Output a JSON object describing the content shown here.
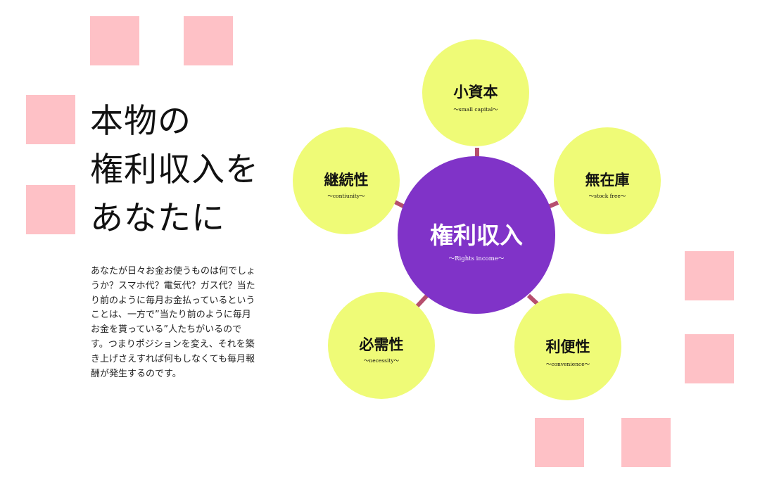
{
  "headline": {
    "lines": [
      "本物の",
      "権利収入を",
      "あなたに"
    ]
  },
  "body_text": "あなたが日々お金お使うものは何でしょうか？スマホ代？電気代？ガス代？当たり前のように毎月お金払っているということは、一方で”当たり前のように毎月お金を貰っている”人たちがいるのです。つまりポジションを変え、それを築き上げさえすれば何もしなくても毎月報酬が発生するのです。",
  "diagram": {
    "hub": {
      "title": "権利収入",
      "subtitle": "〜Rights income〜",
      "color": "#8033c8"
    },
    "node_color": "#effb77",
    "connector_color": "#b64f6e",
    "decor_color": "#fec1c6",
    "nodes": [
      {
        "title": "小資本",
        "subtitle": "〜small capital〜"
      },
      {
        "title": "無在庫",
        "subtitle": "〜stock free〜"
      },
      {
        "title": "利便性",
        "subtitle": "〜convenience〜"
      },
      {
        "title": "必需性",
        "subtitle": "〜necessity〜"
      },
      {
        "title": "継続性",
        "subtitle": "〜contiunity〜"
      }
    ]
  }
}
